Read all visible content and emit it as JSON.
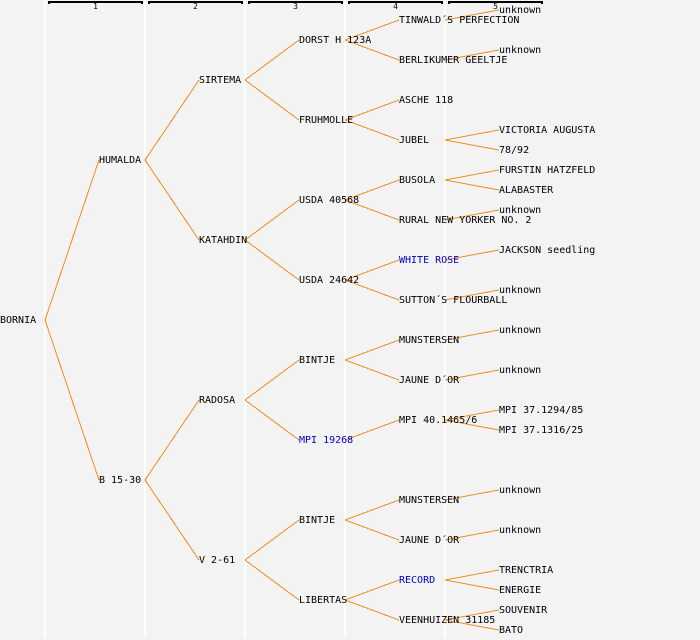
{
  "generations": [
    "1",
    "2",
    "3",
    "4",
    "5"
  ],
  "colors": {
    "line": "#f08c1e",
    "link_text": "#0000cc",
    "text": "#000000",
    "background": "#f3f3f3"
  },
  "pedigree": {
    "name": "BORNIA",
    "link": false,
    "parents": [
      {
        "name": "HUMALDA",
        "link": false,
        "parents": [
          {
            "name": "SIRTEMA",
            "link": false,
            "parents": [
              {
                "name": "DORST H 123A",
                "link": false,
                "parents": [
                  {
                    "name": "TINWALD´S PERFECTION",
                    "link": false,
                    "parents": [
                      {
                        "name": "unknown",
                        "link": false
                      }
                    ]
                  },
                  {
                    "name": "BERLIKUMER GEELTJE",
                    "link": false,
                    "parents": [
                      {
                        "name": "unknown",
                        "link": false
                      }
                    ]
                  }
                ]
              },
              {
                "name": "FRUHMOLLE",
                "link": false,
                "parents": [
                  {
                    "name": "ASCHE 118",
                    "link": false,
                    "parents": []
                  },
                  {
                    "name": "JUBEL",
                    "link": false,
                    "parents": [
                      {
                        "name": "VICTORIA AUGUSTA",
                        "link": false
                      },
                      {
                        "name": "78/92",
                        "link": false
                      }
                    ]
                  }
                ]
              }
            ]
          },
          {
            "name": "KATAHDIN",
            "link": false,
            "parents": [
              {
                "name": "USDA 40568",
                "link": false,
                "parents": [
                  {
                    "name": "BUSOLA",
                    "link": false,
                    "parents": [
                      {
                        "name": "FURSTIN HATZFELD",
                        "link": false
                      },
                      {
                        "name": "ALABASTER",
                        "link": false
                      }
                    ]
                  },
                  {
                    "name": "RURAL NEW YORKER NO. 2",
                    "link": false,
                    "parents": [
                      {
                        "name": "unknown",
                        "link": false
                      }
                    ]
                  }
                ]
              },
              {
                "name": "USDA 24642",
                "link": false,
                "parents": [
                  {
                    "name": "WHITE ROSE",
                    "link": true,
                    "parents": [
                      {
                        "name": "JACKSON seedling",
                        "link": false
                      }
                    ]
                  },
                  {
                    "name": "SUTTON´S FLOURBALL",
                    "link": false,
                    "parents": [
                      {
                        "name": "unknown",
                        "link": false
                      }
                    ]
                  }
                ]
              }
            ]
          }
        ]
      },
      {
        "name": "B 15-30",
        "link": false,
        "parents": [
          {
            "name": "RADOSA",
            "link": false,
            "parents": [
              {
                "name": "BINTJE",
                "link": false,
                "parents": [
                  {
                    "name": "MUNSTERSEN",
                    "link": false,
                    "parents": [
                      {
                        "name": "unknown",
                        "link": false
                      }
                    ]
                  },
                  {
                    "name": "JAUNE D´OR",
                    "link": false,
                    "parents": [
                      {
                        "name": "unknown",
                        "link": false
                      }
                    ]
                  }
                ]
              },
              {
                "name": "MPI 19268",
                "link": true,
                "parents": [
                  {
                    "name": "MPI 40.1465/6",
                    "link": false,
                    "parents": [
                      {
                        "name": "MPI 37.1294/85",
                        "link": false
                      },
                      {
                        "name": "MPI 37.1316/25",
                        "link": false
                      }
                    ]
                  }
                ]
              }
            ]
          },
          {
            "name": "V 2-61",
            "link": false,
            "parents": [
              {
                "name": "BINTJE",
                "link": false,
                "parents": [
                  {
                    "name": "MUNSTERSEN",
                    "link": false,
                    "parents": [
                      {
                        "name": "unknown",
                        "link": false
                      }
                    ]
                  },
                  {
                    "name": "JAUNE D´OR",
                    "link": false,
                    "parents": [
                      {
                        "name": "unknown",
                        "link": false
                      }
                    ]
                  }
                ]
              },
              {
                "name": "LIBERTAS",
                "link": false,
                "parents": [
                  {
                    "name": "RECORD",
                    "link": true,
                    "parents": [
                      {
                        "name": "TRENCTRIA",
                        "link": false
                      },
                      {
                        "name": "ENERGIE",
                        "link": false
                      }
                    ]
                  },
                  {
                    "name": "VEENHUIZEN 31185",
                    "link": false,
                    "parents": [
                      {
                        "name": "SOUVENIR",
                        "link": false
                      },
                      {
                        "name": "BATO",
                        "link": false
                      }
                    ]
                  }
                ]
              }
            ]
          }
        ]
      }
    ]
  }
}
